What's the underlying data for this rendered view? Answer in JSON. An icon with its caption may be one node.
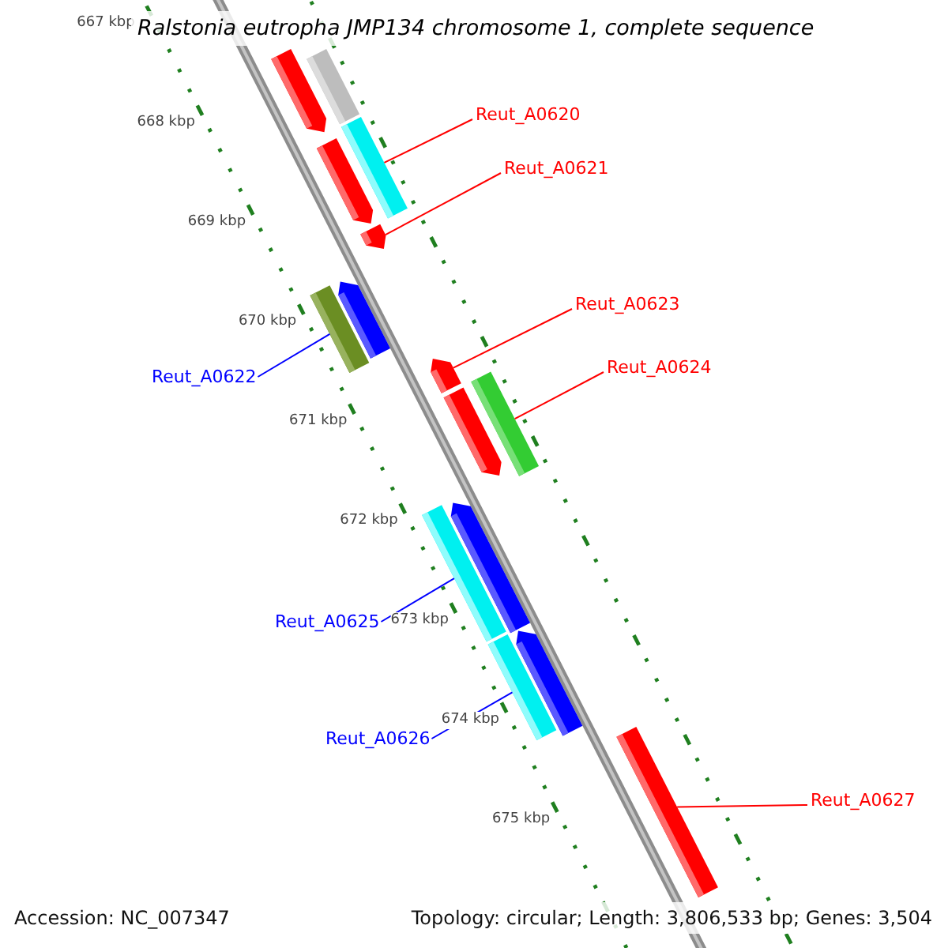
{
  "diagram": {
    "title": "Ralstonia eutropha JMP134 chromosome 1, complete sequence",
    "nodes": [
      {
        "text": [
          "Reut_A0620"
        ]
      },
      {
        "text": [
          "Reut_A0621"
        ]
      },
      {
        "text": [
          "Reut_A0622"
        ]
      },
      {
        "text": [
          "Reut_A0623"
        ]
      },
      {
        "text": [
          "Reut_A0624"
        ]
      },
      {
        "text": [
          "Reut_A0625"
        ]
      },
      {
        "text": [
          "Reut_A0626"
        ]
      },
      {
        "text": [
          "Reut_A0627"
        ]
      },
      {
        "text": [],
        "shape": "bar"
      },
      {
        "text": [],
        "shape": "bar"
      },
      {
        "text": [],
        "shape": "bar"
      },
      {
        "text": [],
        "shape": "bar"
      },
      {
        "text": [],
        "shape": "bar"
      },
      {
        "text": [],
        "shape": "bar"
      },
      {
        "text": [],
        "shape": "bar"
      },
      {
        "text": [],
        "shape": "bar"
      },
      {
        "text": [],
        "shape": "bar"
      },
      {
        "text": [],
        "shape": "bar"
      },
      {
        "text": [],
        "shape": "bar"
      },
      {
        "text": [],
        "shape": "bar"
      },
      {
        "text": [],
        "shape": "bar"
      },
      {
        "text": [],
        "shape": "bar"
      },
      {
        "text": [],
        "shape": "bar"
      }
    ],
    "edges": [
      {
        "from": 0,
        "to": 11,
        "arrow": "none"
      },
      {
        "from": 1,
        "to": 12,
        "arrow": "none"
      },
      {
        "from": 2,
        "to": 13,
        "arrow": "none",
        "color": "#0000ff"
      },
      {
        "from": 3,
        "to": 15,
        "arrow": "none"
      },
      {
        "from": 4,
        "to": 17,
        "arrow": "none"
      },
      {
        "from": 5,
        "to": 18,
        "arrow": "none",
        "color": "#0000ff"
      },
      {
        "from": 6,
        "to": 20,
        "arrow": "none",
        "color": "#0000ff"
      },
      {
        "from": 7,
        "to": 22,
        "arrow": "none"
      }
    ],
    "labels": [
      "667 kbp",
      "668 kbp",
      "669 kbp",
      "670 kbp",
      "671 kbp",
      "672 kbp",
      "673 kbp",
      "674 kbp",
      "675 kbp",
      "Accession: NC_007347",
      "Topology: circular; Length: 3,806,533 bp; Genes: 3,504"
    ]
  }
}
